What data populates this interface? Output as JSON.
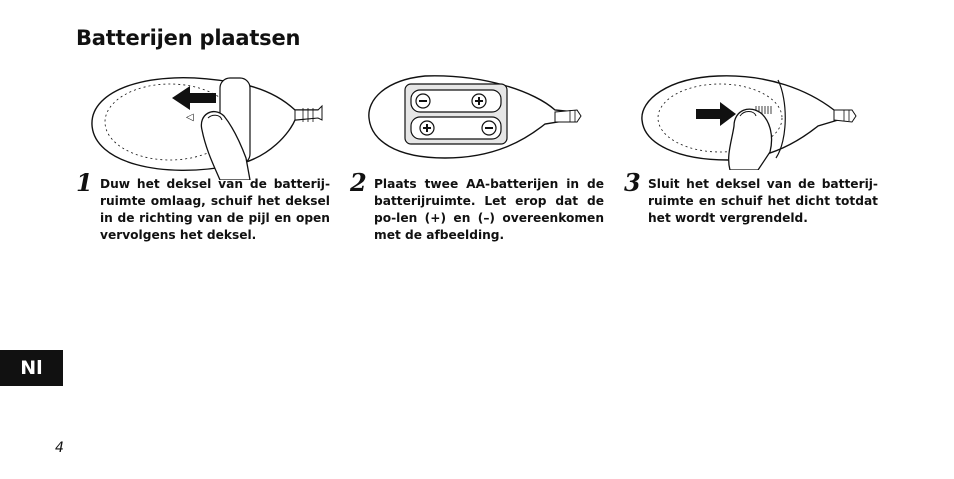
{
  "page": {
    "title": "Batterijen plaatsen",
    "language_tab": "Nl",
    "page_number": "4"
  },
  "steps": [
    {
      "number": "1",
      "text": "Duw het deksel van de batterij-ruimte omlaag, schuif het deksel in de richting van de pijl en open vervolgens het deksel."
    },
    {
      "number": "2",
      "text": "Plaats twee AA-batterijen in de batterijruimte. Let erop dat de po-len (+) en (–) overeenkomen met de afbeelding."
    },
    {
      "number": "3",
      "text": "Sluit het deksel van de batterij-ruimte en schuif het dicht totdat het wordt vergrendeld."
    }
  ],
  "icons": [
    "arrow-left-icon",
    "arrow-right-icon",
    "hand-icon",
    "battery-icon"
  ]
}
